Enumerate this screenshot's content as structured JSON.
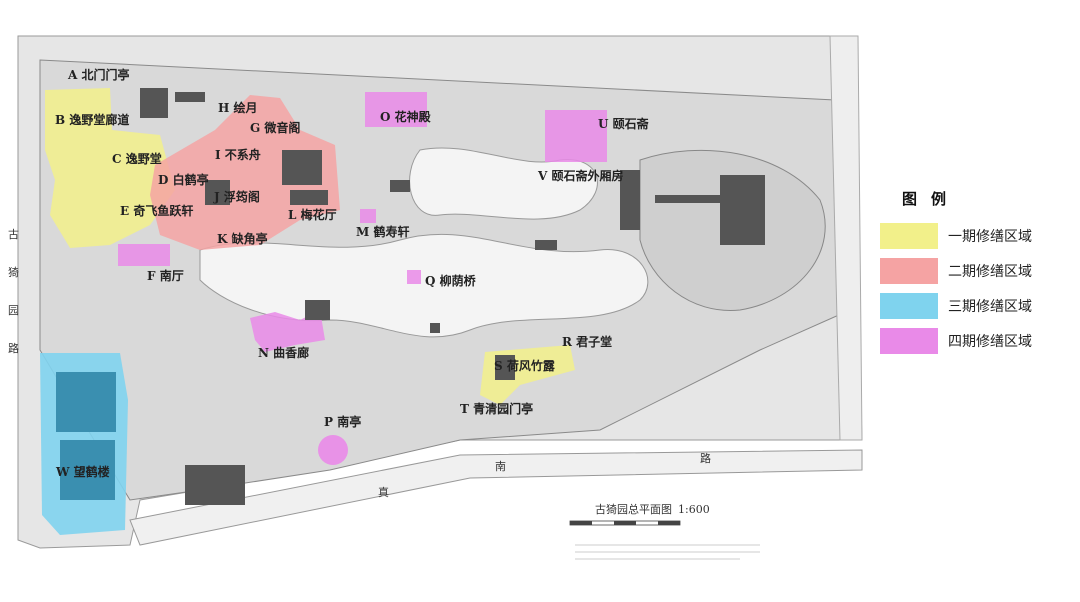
{
  "legend": {
    "title": "图例",
    "items": [
      {
        "label": "一期修缮区域",
        "color": "#f2f08a"
      },
      {
        "label": "二期修缮区域",
        "color": "#f5a3a3"
      },
      {
        "label": "三期修缮区域",
        "color": "#7fd3ee"
      },
      {
        "label": "四期修缮区域",
        "color": "#e98ae8"
      }
    ]
  },
  "plan": {
    "title": "古猗园总平面图",
    "scale": "1:600"
  },
  "roads": {
    "west": [
      "古",
      "猗",
      "园",
      "路"
    ],
    "south": [
      "真",
      "南",
      "路"
    ]
  },
  "places": [
    {
      "id": "A",
      "label": "A 北门门亭",
      "phase": 1
    },
    {
      "id": "B",
      "label": "B 逸野堂廊道",
      "phase": 1
    },
    {
      "id": "C",
      "label": "C 逸野堂",
      "phase": 1
    },
    {
      "id": "D",
      "label": "D 白鹤亭",
      "phase": 2
    },
    {
      "id": "E",
      "label": "E 奇飞鱼跃轩",
      "phase": 1
    },
    {
      "id": "F",
      "label": "F 南厅",
      "phase": 4
    },
    {
      "id": "G",
      "label": "G 微音阁",
      "phase": 2
    },
    {
      "id": "H",
      "label": "H 绘月",
      "phase": 2
    },
    {
      "id": "I",
      "label": "I 不系舟",
      "phase": 2
    },
    {
      "id": "J",
      "label": "J 浮筠阁",
      "phase": 2
    },
    {
      "id": "K",
      "label": "K 缺角亭",
      "phase": 2
    },
    {
      "id": "L",
      "label": "L 梅花厅",
      "phase": 2
    },
    {
      "id": "M",
      "label": "M 鹤寿轩",
      "phase": 4
    },
    {
      "id": "N",
      "label": "N 曲香廊",
      "phase": 4
    },
    {
      "id": "O",
      "label": "O 花神殿",
      "phase": 4
    },
    {
      "id": "P",
      "label": "P 南亭",
      "phase": 4
    },
    {
      "id": "Q",
      "label": "Q 柳荫桥",
      "phase": 4
    },
    {
      "id": "R",
      "label": "R 君子堂",
      "phase": 1
    },
    {
      "id": "S",
      "label": "S 荷风竹露",
      "phase": 1
    },
    {
      "id": "T",
      "label": "T 青清园门亭",
      "phase": 1
    },
    {
      "id": "U",
      "label": "U 颐石斋",
      "phase": 4
    },
    {
      "id": "V",
      "label": "V 颐石斋外厢房",
      "phase": 4
    },
    {
      "id": "W",
      "label": "W 望鹤楼",
      "phase": 3
    }
  ]
}
